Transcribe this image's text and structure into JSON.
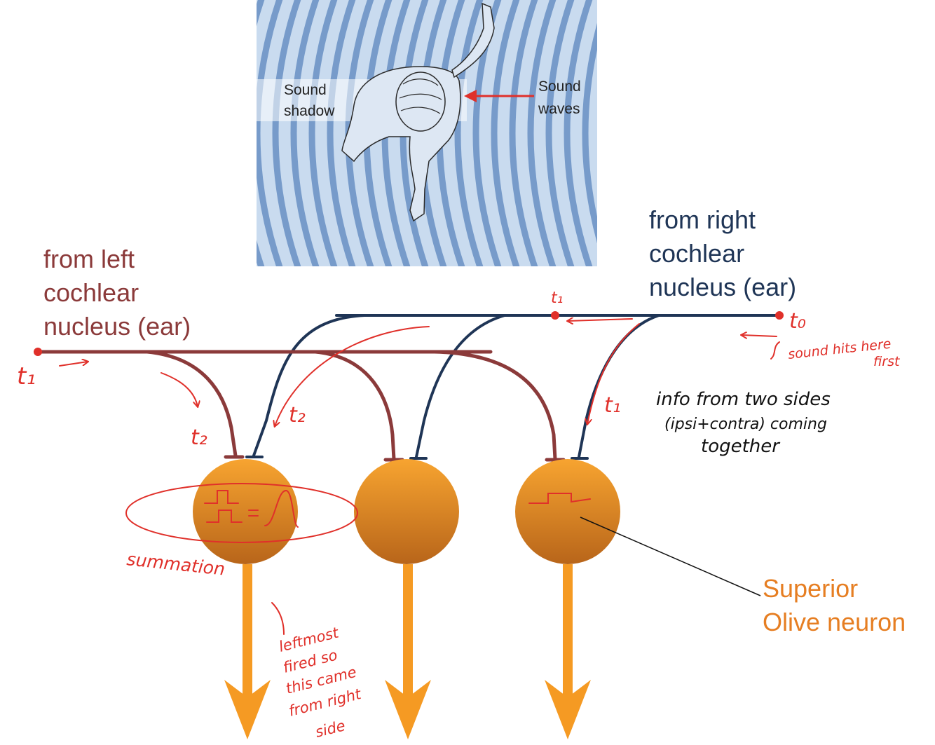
{
  "illustration": {
    "sound_shadow_label": [
      "Sound",
      "shadow"
    ],
    "sound_waves_label": [
      "Sound",
      "waves"
    ]
  },
  "left_input": {
    "label": [
      "from left",
      "cochlear",
      "nucleus (ear)"
    ],
    "color": "#8b3a3a"
  },
  "right_input": {
    "label": [
      "from right",
      "cochlear",
      "nucleus (ear)"
    ],
    "color": "#1f3556"
  },
  "neuron": {
    "label": [
      "Superior",
      "Olive neuron"
    ],
    "label_color": "#e67e22",
    "fill_top": "#f7a430",
    "fill_bottom": "#b8651a",
    "axon_color": "#f59a23"
  },
  "annotations": {
    "color": "#e0302a",
    "t0": "t₀",
    "t1_right_axon": "t₁",
    "t1_left_start": "t₁",
    "t1_right_branch": "t₁",
    "t2_left": "t₂",
    "t2_right": "t₂",
    "sound_hits": [
      "sound hits here",
      "first"
    ],
    "summation": "summation",
    "leftmost": [
      "leftmost",
      "fired so",
      "this came",
      "from right",
      "side"
    ]
  },
  "note": {
    "color": "#111111",
    "lines": [
      "info from two sides",
      "(ipsi+contra) coming",
      "together"
    ]
  }
}
